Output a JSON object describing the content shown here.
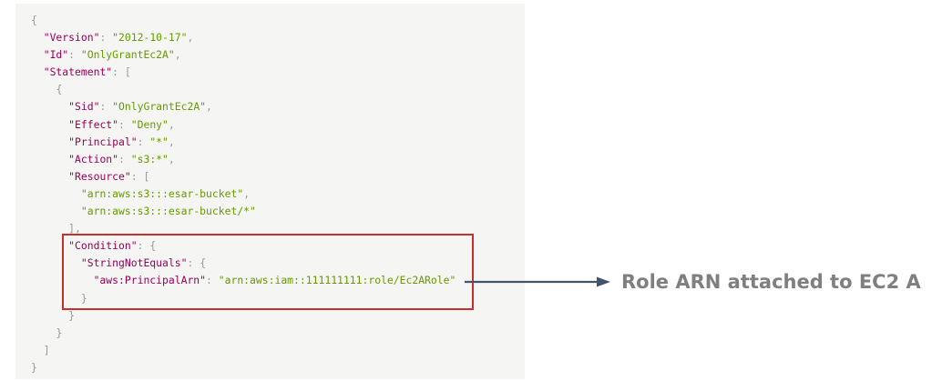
{
  "policy": {
    "open_brace": "{",
    "version_key": "\"Version\"",
    "version_value": "\"2012-10-17\"",
    "id_key": "\"Id\"",
    "id_value": "\"OnlyGrantEc2A\"",
    "statement_key": "\"Statement\"",
    "statement_open": "[",
    "statement_item_open": "{",
    "sid_key": "\"Sid\"",
    "sid_value": "\"OnlyGrantEc2A\"",
    "effect_key": "\"Effect\"",
    "effect_value": "\"Deny\"",
    "principal_key": "\"Principal\"",
    "principal_value": "\"*\"",
    "action_key": "\"Action\"",
    "action_value": "\"s3:*\"",
    "resource_key": "\"Resource\"",
    "resource_open": "[",
    "resources": [
      "\"arn:aws:s3:::esar-bucket\"",
      "\"arn:aws:s3:::esar-bucket/*\""
    ],
    "resource_close": "]",
    "condition_key": "\"Condition\"",
    "condition_open": "{",
    "operator_key": "\"StringNotEquals\"",
    "operator_open": "{",
    "principal_arn_key": "\"aws:PrincipalArn\"",
    "principal_arn_value": "\"arn:aws:iam::111111111:role/Ec2ARole\"",
    "operator_close": "}",
    "condition_close": "}",
    "statement_item_close": "}",
    "statement_close": "]",
    "close_brace": "}"
  },
  "annotation": {
    "text": "Role ARN attached to EC2 A",
    "color": "#7f7f7f"
  },
  "colors": {
    "panel_bg": "#f5f5f4",
    "key": "#990055",
    "string": "#669900",
    "punctuation": "#999999",
    "highlight_border": "#c62f2f",
    "arrow": "#44546a"
  }
}
